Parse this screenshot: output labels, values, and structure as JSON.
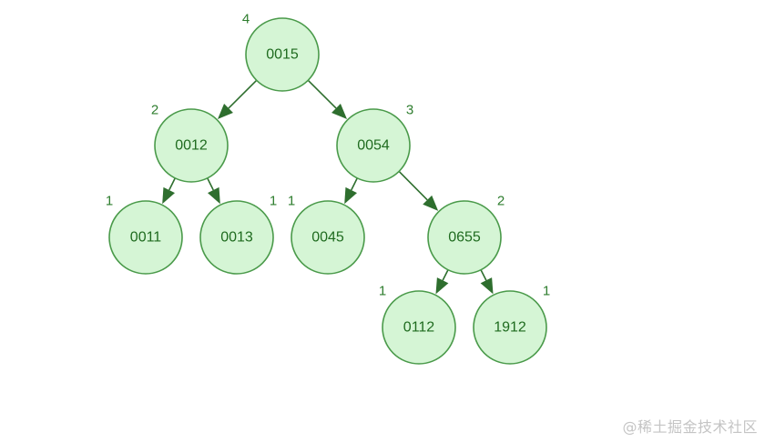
{
  "tree": {
    "nodes": [
      {
        "id": "n0015",
        "label": "0015",
        "height": "4"
      },
      {
        "id": "n0012",
        "label": "0012",
        "height": "2"
      },
      {
        "id": "n0054",
        "label": "0054",
        "height": "3"
      },
      {
        "id": "n0011",
        "label": "0011",
        "height": "1"
      },
      {
        "id": "n0013",
        "label": "0013",
        "height": "1"
      },
      {
        "id": "n0045",
        "label": "0045",
        "height": "1"
      },
      {
        "id": "n0655",
        "label": "0655",
        "height": "2"
      },
      {
        "id": "n0112",
        "label": "0112",
        "height": "1"
      },
      {
        "id": "n1912",
        "label": "1912",
        "height": "1"
      }
    ],
    "edges": [
      {
        "from": "n0015",
        "to": "n0012"
      },
      {
        "from": "n0015",
        "to": "n0054"
      },
      {
        "from": "n0012",
        "to": "n0011"
      },
      {
        "from": "n0012",
        "to": "n0013"
      },
      {
        "from": "n0054",
        "to": "n0045"
      },
      {
        "from": "n0054",
        "to": "n0655"
      },
      {
        "from": "n0655",
        "to": "n0112"
      },
      {
        "from": "n0655",
        "to": "n1912"
      }
    ],
    "colors": {
      "node_fill": "#d5f5d5",
      "node_stroke": "#4a9a4a",
      "text": "#1f6b1f",
      "edge": "#2e6e2e"
    }
  },
  "watermark": "@稀土掘金技术社区"
}
